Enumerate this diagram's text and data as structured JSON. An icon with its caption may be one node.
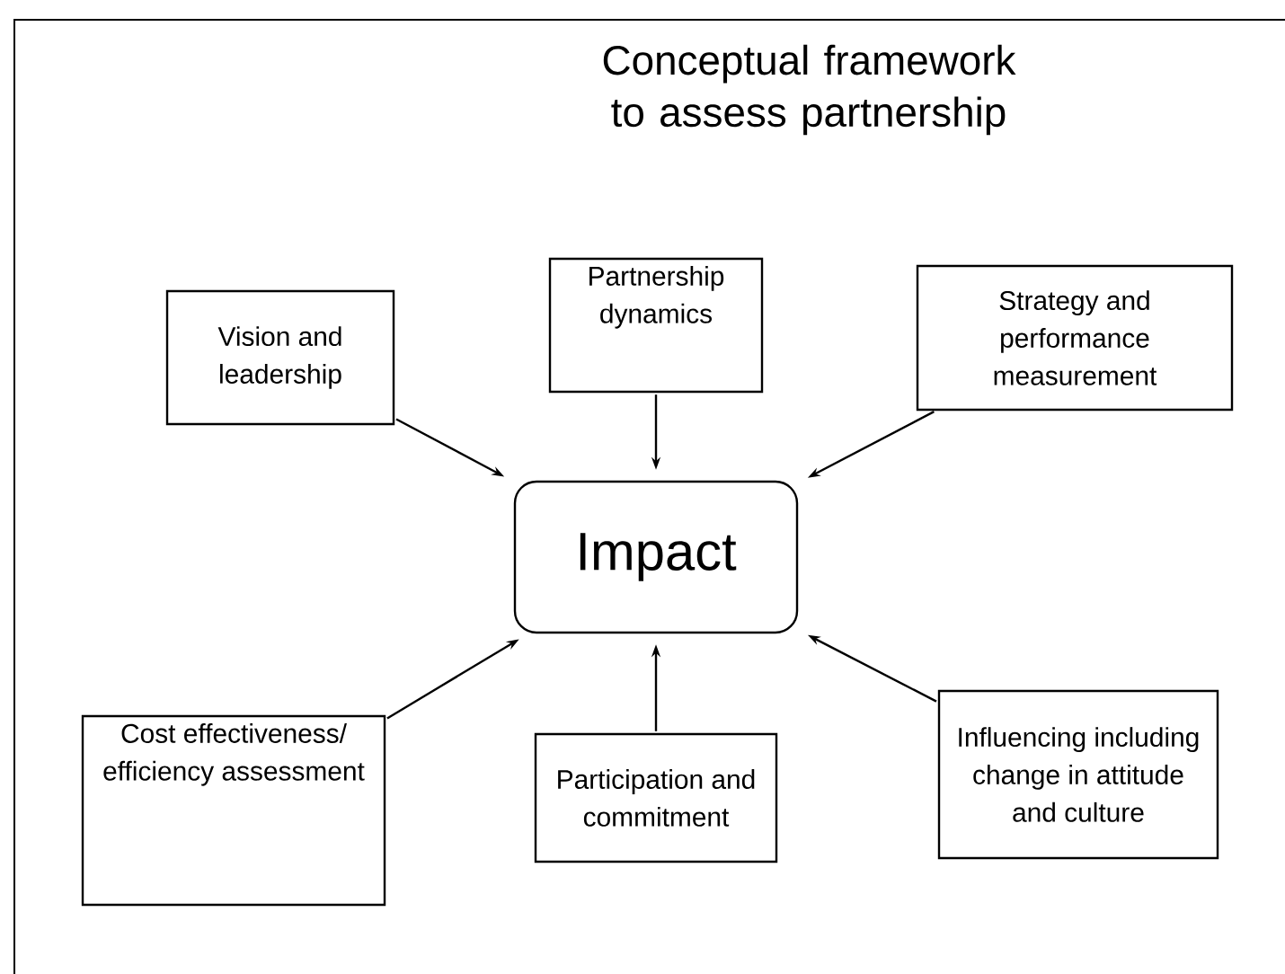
{
  "diagram": {
    "title": "Conceptual framework to assess partnership",
    "nodes": [
      {
        "text": [
          "Vision and leadership"
        ]
      },
      {
        "text": [
          "Partnership dynamics"
        ]
      },
      {
        "text": [
          "Strategy and performance measurement"
        ]
      },
      {
        "text": [
          "Impact"
        ]
      },
      {
        "text": [
          "Cost effectiveness/ efficiency assessment"
        ]
      },
      {
        "text": [
          "Participation and commitment"
        ]
      },
      {
        "text": [
          "Influencing including change in attitude and culture"
        ]
      }
    ],
    "edges": [
      {
        "from": 0,
        "to": 3,
        "arrow": "to"
      },
      {
        "from": 1,
        "to": 3,
        "arrow": "to"
      },
      {
        "from": 2,
        "to": 3,
        "arrow": "to"
      },
      {
        "from": 4,
        "to": 3,
        "arrow": "to"
      },
      {
        "from": 5,
        "to": 3,
        "arrow": "to"
      },
      {
        "from": 6,
        "to": 3,
        "arrow": "to"
      }
    ]
  }
}
